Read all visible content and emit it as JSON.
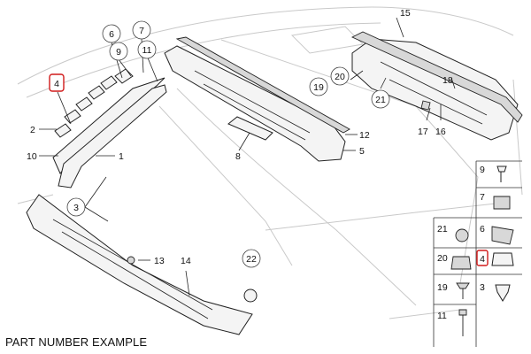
{
  "caption": "PART NUMBER EXAMPLE",
  "colors": {
    "highlight": "#d11a1a",
    "line": "#222222",
    "car_outline": "#c9c9c9"
  },
  "highlighted_parts": [
    "4"
  ],
  "callouts": {
    "c1": "1",
    "c2": "2",
    "c3": "3",
    "c4": "4",
    "c5": "5",
    "c6": "6",
    "c7": "7",
    "c8": "8",
    "c9": "9",
    "c10": "10",
    "c11": "11",
    "c12": "12",
    "c13": "13",
    "c14": "14",
    "c15": "15",
    "c16": "16",
    "c17": "17",
    "c18": "18",
    "c19": "19",
    "c20": "20",
    "c21": "21",
    "c22": "22"
  },
  "legend": {
    "l9": "9",
    "l7": "7",
    "l21": "21",
    "l6": "6",
    "l20": "20",
    "l4": "4",
    "l19": "19",
    "l3": "3",
    "l11": "11"
  }
}
